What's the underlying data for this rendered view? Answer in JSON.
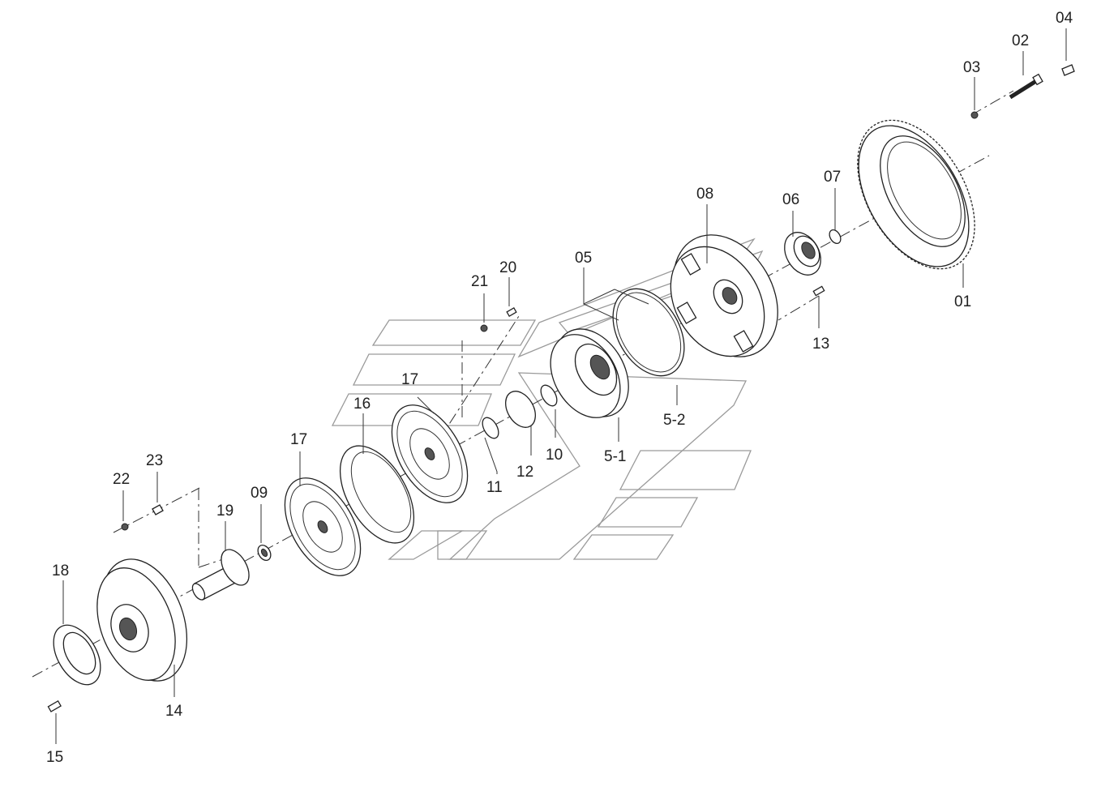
{
  "callouts": {
    "p01": "01",
    "p02": "02",
    "p03": "03",
    "p04": "04",
    "p05": "05",
    "p06": "06",
    "p07": "07",
    "p08": "08",
    "p09": "09",
    "p10": "10",
    "p11": "11",
    "p12": "12",
    "p13": "13",
    "p14": "14",
    "p15": "15",
    "p16": "16",
    "p17a": "17",
    "p17b": "17",
    "p18": "18",
    "p19": "19",
    "p20": "20",
    "p21": "21",
    "p22": "22",
    "p23": "23",
    "p5_1": "5-1",
    "p5_2": "5-2"
  }
}
